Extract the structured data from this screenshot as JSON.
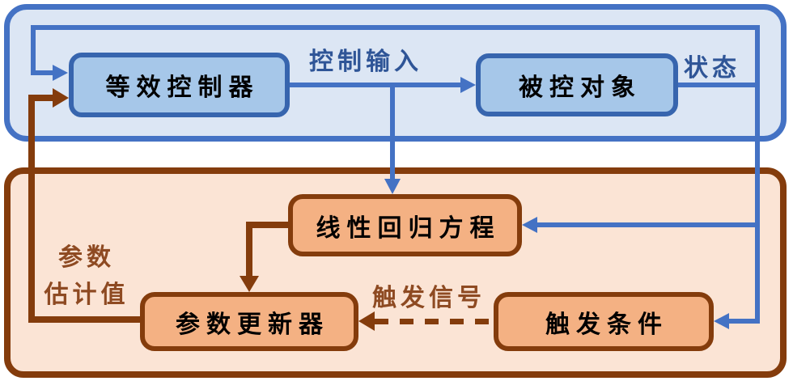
{
  "diagram": {
    "type": "block-diagram",
    "nodes": {
      "equivalent_controller": {
        "label": "等效控制器"
      },
      "controlled_plant": {
        "label": "被控对象"
      },
      "linear_regression": {
        "label": "线性回归方程"
      },
      "parameter_updater": {
        "label": "参数更新器"
      },
      "trigger_condition": {
        "label": "触发条件"
      }
    },
    "edge_labels": {
      "control_input": "控制输入",
      "state": "状态",
      "parameter_estimate": "参数\n估计值",
      "trigger_signal": "触发信号"
    },
    "colors": {
      "blue_line": "#4472C4",
      "blue_region_fill": "#DCE6F4",
      "blue_node_fill": "#A6C7E9",
      "blue_node_border": "#3765AE",
      "blue_label_text": "#2F5597",
      "orange_region_fill": "#FBE4D5",
      "orange_node_fill": "#F4B183",
      "brown_line": "#843C0C",
      "brown_label_text": "#8E4A22",
      "node_text": "#000000"
    }
  }
}
